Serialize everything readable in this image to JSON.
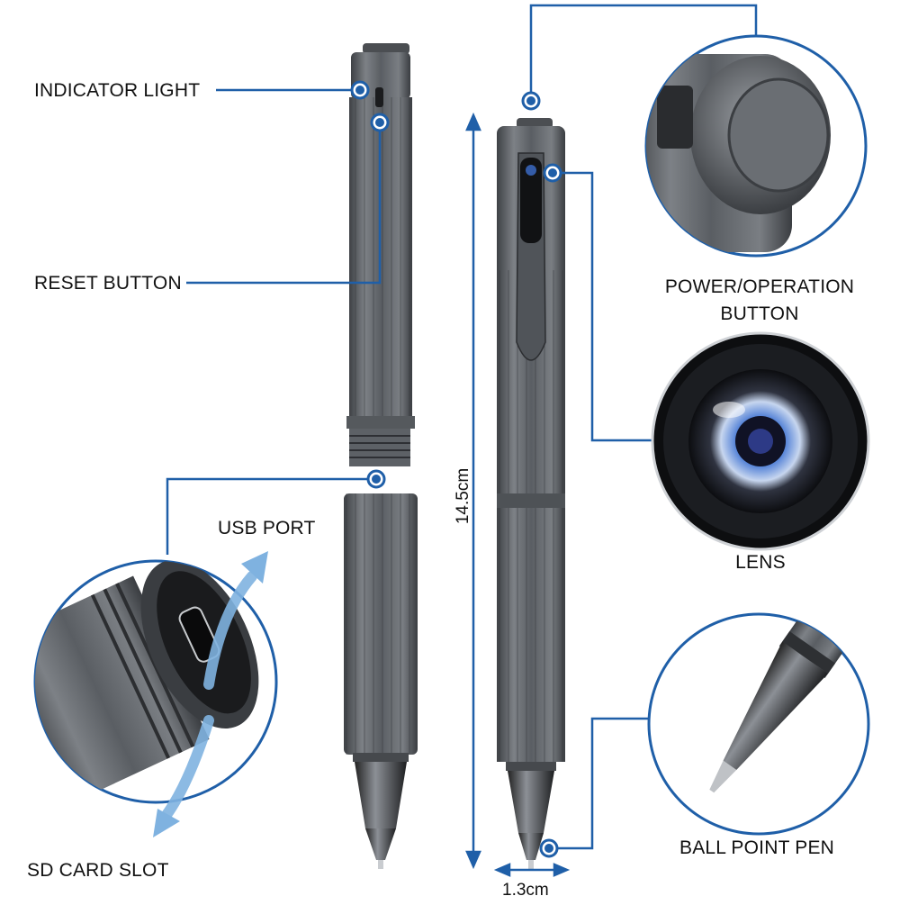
{
  "labels": {
    "indicator_light": "INDICATOR LIGHT",
    "reset_button": "RESET BUTTON",
    "usb_port": "USB PORT",
    "sd_card_slot": "SD CARD SLOT",
    "power_operation_button_line1": "POWER/OPERATION",
    "power_operation_button_line2": "BUTTON",
    "lens": "LENS",
    "ball_point_pen": "BALL POINT PEN"
  },
  "dimensions": {
    "length": "14.5cm",
    "width": "1.3cm"
  },
  "colors": {
    "callout_blue": "#1f5fa8",
    "pen_metal": "#6d7176",
    "pen_dark": "#3f4246",
    "arrow_light_blue": "#7fb2e0"
  }
}
